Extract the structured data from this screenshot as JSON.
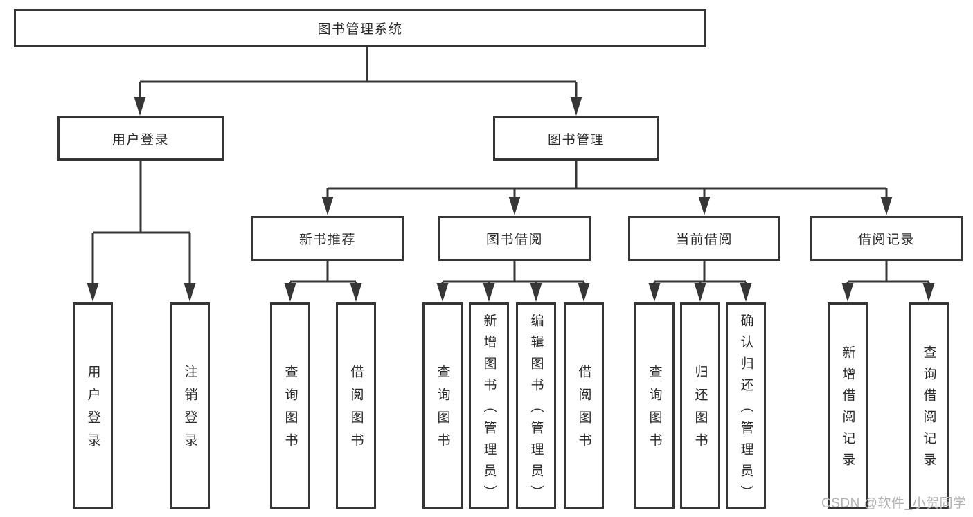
{
  "colors": {
    "line": "#363636",
    "text": "#2b2b2b",
    "background": "#ffffff",
    "watermark": "#b3b3b3"
  },
  "diagram": {
    "root": {
      "label": "图书管理系统"
    },
    "branches": [
      {
        "label": "用户登录",
        "children": [
          {
            "label": "用户登录"
          },
          {
            "label": "注销登录"
          }
        ]
      },
      {
        "label": "图书管理",
        "children": [
          {
            "label": "新书推荐",
            "children": [
              {
                "label": "查询图书"
              },
              {
                "label": "借阅图书"
              }
            ]
          },
          {
            "label": "图书借阅",
            "children": [
              {
                "label": "查询图书"
              },
              {
                "label": "新增图书（管理员）"
              },
              {
                "label": "编辑图书（管理员）"
              },
              {
                "label": "借阅图书"
              }
            ]
          },
          {
            "label": "当前借阅",
            "children": [
              {
                "label": "查询图书"
              },
              {
                "label": "归还图书"
              },
              {
                "label": "确认归还（管理员）"
              }
            ]
          },
          {
            "label": "借阅记录",
            "children": [
              {
                "label": "新增借阅记录"
              },
              {
                "label": "查询借阅记录"
              }
            ]
          }
        ]
      }
    ]
  },
  "watermark": {
    "text": "CSDN @软件_小贺同学"
  }
}
